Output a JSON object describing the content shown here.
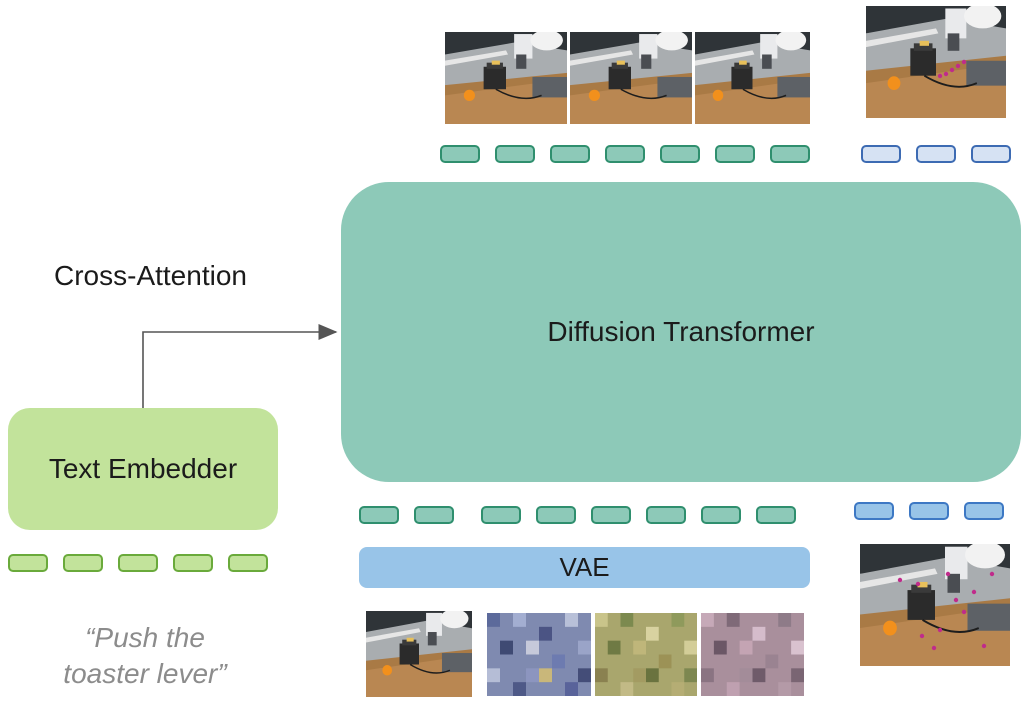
{
  "diagram": {
    "cross_attention_label": "Cross-Attention",
    "diffusion_transformer_label": "Diffusion Transformer",
    "text_embedder_label": "Text Embedder",
    "vae_label": "VAE",
    "prompt_line1": "“Push the",
    "prompt_line2": "toaster lever”"
  },
  "colors": {
    "transformer": "#8dc9b8",
    "text_embedder": "#c2e39b",
    "vae": "#98c4e8",
    "prompt_text": "#8c8c8c"
  }
}
